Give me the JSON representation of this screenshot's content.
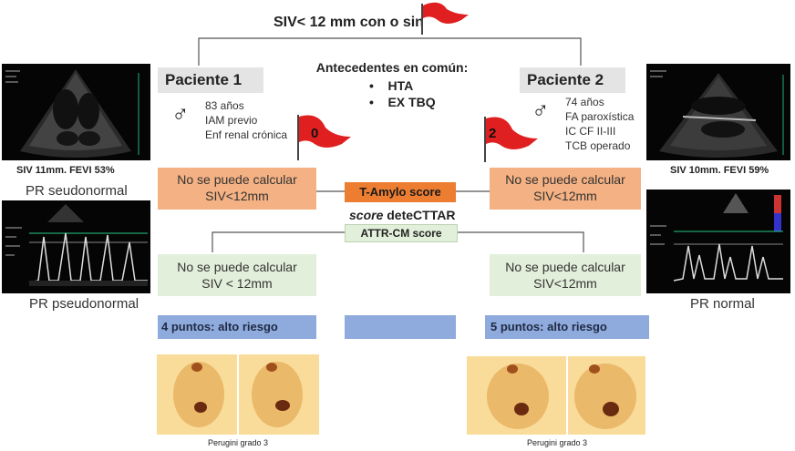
{
  "title": "SIV< 12 mm con o sin",
  "patients": [
    {
      "name": "Paciente 1",
      "details": [
        "83 años",
        "IAM previo",
        "Enf renal crónica"
      ],
      "flag_number": "0",
      "echo_caption": "SIV 11mm. FEVI 53%",
      "pr_caption_top": "PR seudonormal",
      "pr_caption_bottom": "PR pseudonormal",
      "tamylo_result": [
        "No se puede calcular",
        "SIV<12mm"
      ],
      "attr_result": [
        "No se puede calcular",
        "SIV < 12mm"
      ],
      "points": "4 puntos: alto riesgo",
      "scint_caption": "Perugini grado 3"
    },
    {
      "name": "Paciente 2",
      "details": [
        "74 años",
        "FA paroxística",
        "IC CF II-III",
        "TCB operado"
      ],
      "flag_number": "2",
      "echo_caption": "SIV 10mm. FEVI 59%",
      "pr_caption_bottom": "PR normal",
      "tamylo_result": [
        "No se puede calcular",
        "SIV<12mm"
      ],
      "attr_result": [
        "No se puede calcular",
        "SIV<12mm"
      ],
      "points": "5 puntos: alto riesgo",
      "scint_caption": "Perugini grado 3"
    }
  ],
  "antecedentes": {
    "title": "Antecedentes en común:",
    "items": [
      "HTA",
      "EX TBQ"
    ]
  },
  "scores": {
    "tamylo": "T-Amylo score",
    "detecttar_italic": "score",
    "detecttar_rest": " deteCTTAR",
    "attr": "ATTR-CM score"
  },
  "colors": {
    "flag_red": "#e02020",
    "orange_box": "#f4b183",
    "tamylo": "#ed7d31",
    "green_box": "#e2efda",
    "blue_box": "#8faadc",
    "grey_box": "#e4e4e4"
  },
  "icons": [
    "male-symbol-icon",
    "red-flag-icon"
  ]
}
